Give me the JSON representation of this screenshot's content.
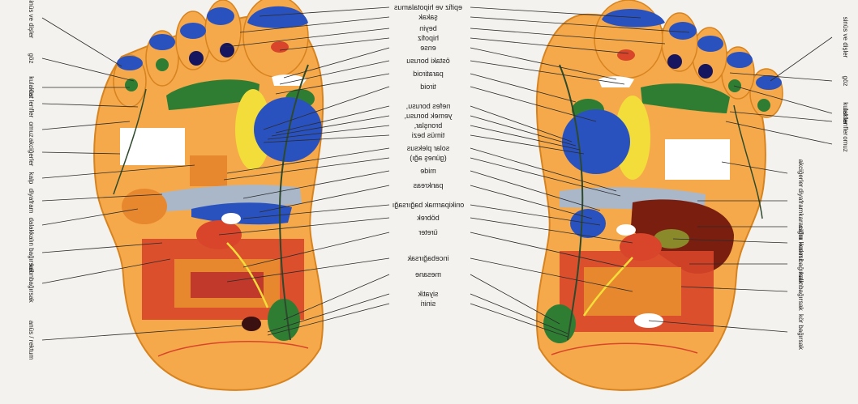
{
  "center_labels": [
    "epifiz ve hipotalamus",
    "şakak",
    "beyin",
    "hipofiz",
    "ense",
    "östaki borusu",
    "paratiroid",
    "tiroid",
    "nefes borusu,",
    "yemek borusu,",
    "bronşlar,",
    "timüs bezi",
    "solar pleksus",
    "(güneş ağı)",
    "mide",
    "pankreas",
    "onikiparmak bağırsağı",
    "böbrek",
    "üreter",
    "incebağırsak",
    "mesane",
    "siyatik",
    "siniri"
  ],
  "left_side_labels": [
    "sinüs ve dişler",
    "göz",
    "kulaklar",
    "üst lenfler",
    "omuz",
    "akciğerler",
    "kalp",
    "diyafram",
    "dalak",
    "kalın bağırsak",
    "kalınbağırsak",
    "anüs / rektum"
  ],
  "right_side_labels": [
    "sinüs ve dişler",
    "göz",
    "kulaklar",
    "üst lenfler",
    "omuz",
    "akciğerler",
    "diyafram",
    "karaciğer",
    "safra kesesi",
    "kalın bağırsak",
    "kalınbağırsak",
    "kör bağırsak"
  ],
  "colors": {
    "skin": "#f5a94a",
    "skin_dark": "#e8882e",
    "blue_zone": "#2a52be",
    "navy": "#151560",
    "green": "#2f7d32",
    "yellow": "#f2dd3a",
    "red_zone": "#d8452a",
    "dark_red": "#8a2216",
    "liver": "#7a1f10",
    "grey_blue": "#a9b7c9",
    "white_zone": "#ffffff"
  }
}
